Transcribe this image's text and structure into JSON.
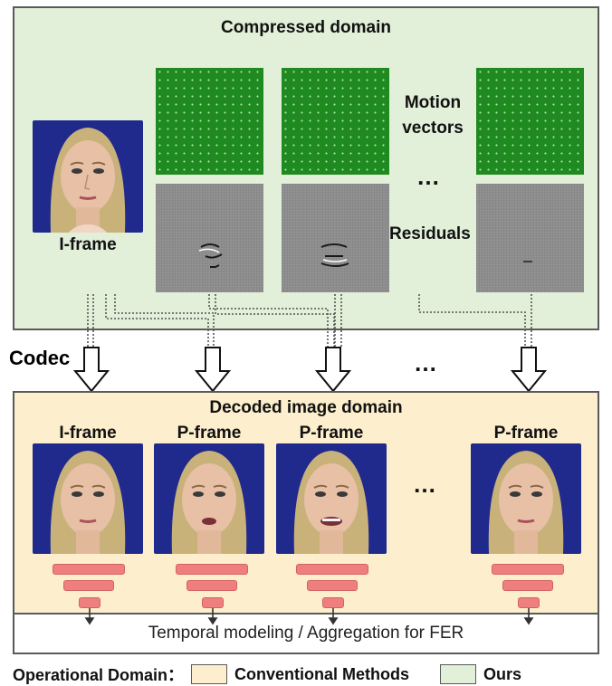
{
  "compressed_domain": {
    "title": "Compressed domain",
    "iframe_label": "I-frame",
    "motion_vectors_label": "Motion\nvectors",
    "residuals_label": "Residuals",
    "ellipsis": "…"
  },
  "codec_label": "Codec",
  "middle_ellipsis": "…",
  "decoded_domain": {
    "title": "Decoded image domain",
    "frames": [
      {
        "label": "I-frame"
      },
      {
        "label": "P-frame"
      },
      {
        "label": "P-frame"
      },
      {
        "label": "P-frame"
      }
    ],
    "ellipsis": "…"
  },
  "temporal_bar": "Temporal modeling / Aggregation for FER",
  "legend": {
    "title": "Operational Domain：",
    "items": [
      {
        "label": "Conventional Methods",
        "color": "#fdefcd"
      },
      {
        "label": "Ours",
        "color": "#e2efd9"
      }
    ]
  },
  "colors": {
    "compressed_bg": "#e2efd9",
    "decoded_bg": "#fdefcd",
    "motion_vector_green": "#1f8a1f",
    "residual_gray": "#8d8d8d",
    "network_bar": "#ef7f7f"
  }
}
